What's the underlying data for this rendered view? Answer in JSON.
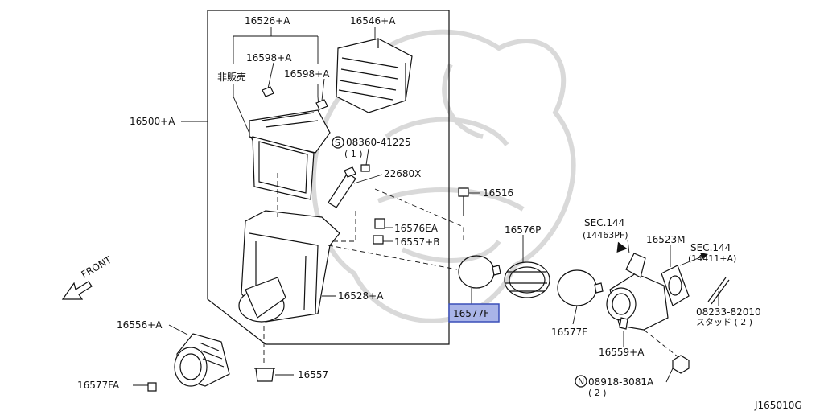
{
  "diagram_code": "J165010G",
  "front_label": "FRONT",
  "not_for_sale_label": "非販売",
  "labels": {
    "p16526A": "16526+A",
    "p16546A": "16546+A",
    "p16598A_1": "16598+A",
    "p16598A_2": "16598+A",
    "p16500A": "16500+A",
    "s08360": "08360-41225",
    "s08360_qty": "( 1 )",
    "p22680X": "22680X",
    "p16516": "16516",
    "p16576EA": "16576EA",
    "p16557B": "16557+B",
    "p16576P": "16576P",
    "p16528A": "16528+A",
    "p16577F_hl": "16577F",
    "p16577F": "16577F",
    "p16556A": "16556+A",
    "p16577FA": "16577FA",
    "p16557": "16557",
    "sec144a": "SEC.144",
    "sec144a_ref": "(14463PF)",
    "p16523M": "16523M",
    "sec144b": "SEC.144",
    "sec144b_ref": "(14411+A)",
    "p08233": "08233-82010",
    "p08233_qty": "スタッド ( 2 )",
    "p16559A": "16559+A",
    "n08918": "08918-3081A",
    "n08918_qty": "( 2 )",
    "s_symbol": "S",
    "n_symbol": "N"
  },
  "colors": {
    "highlight_fill": "#a9b4e8",
    "highlight_border": "#3a4fb8",
    "line": "#111111",
    "watermark": "#d9d9d9"
  }
}
